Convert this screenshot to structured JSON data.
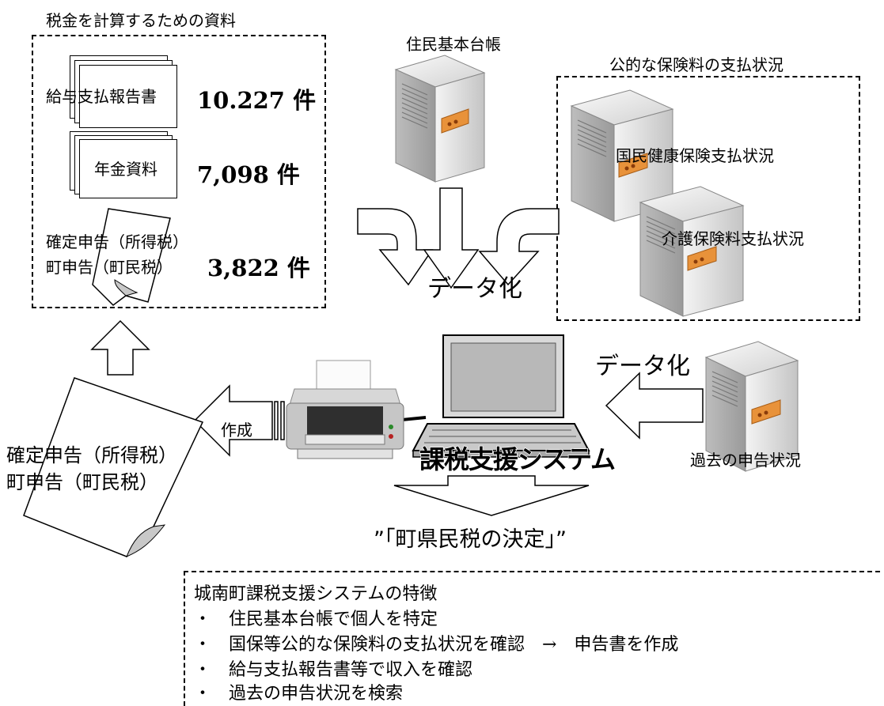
{
  "tax_materials": {
    "title": "税金を計算するための資料",
    "salary_report": {
      "label": "給与支払報告書",
      "count": "10.227 件"
    },
    "pension": {
      "label": "年金資料",
      "count": "7,098 件"
    },
    "final_return": {
      "label_1": "確定申告（所得税）",
      "label_2": "町申告（町民税）",
      "count": "3,822 件"
    }
  },
  "resident_registry": {
    "label": "住民基本台帳"
  },
  "public_insurance": {
    "title": "公的な保険料の支払状況",
    "national_health": "国民健康保険支払状況",
    "nursing_care": "介護保険料支払状況"
  },
  "digitize_label": "データ化",
  "digitize_label_2": "データ化",
  "past_returns": {
    "label": "過去の申告状況"
  },
  "create_label": "作成",
  "system_name": "課税支援システム",
  "output_doc": {
    "label_1": "確定申告（所得税）",
    "label_2": "町申告（町民税）"
  },
  "decision": "”「町県民税の決定」”",
  "features": {
    "title": "城南町課税支援システムの特徴",
    "items": [
      "・　住民基本台帳で個人を特定",
      "・　国保等公的な保険料の支払状況を確認　→　申告書を作成",
      "・　給与支払報告書等で収入を確認",
      "・　過去の申告状況を検索"
    ]
  }
}
